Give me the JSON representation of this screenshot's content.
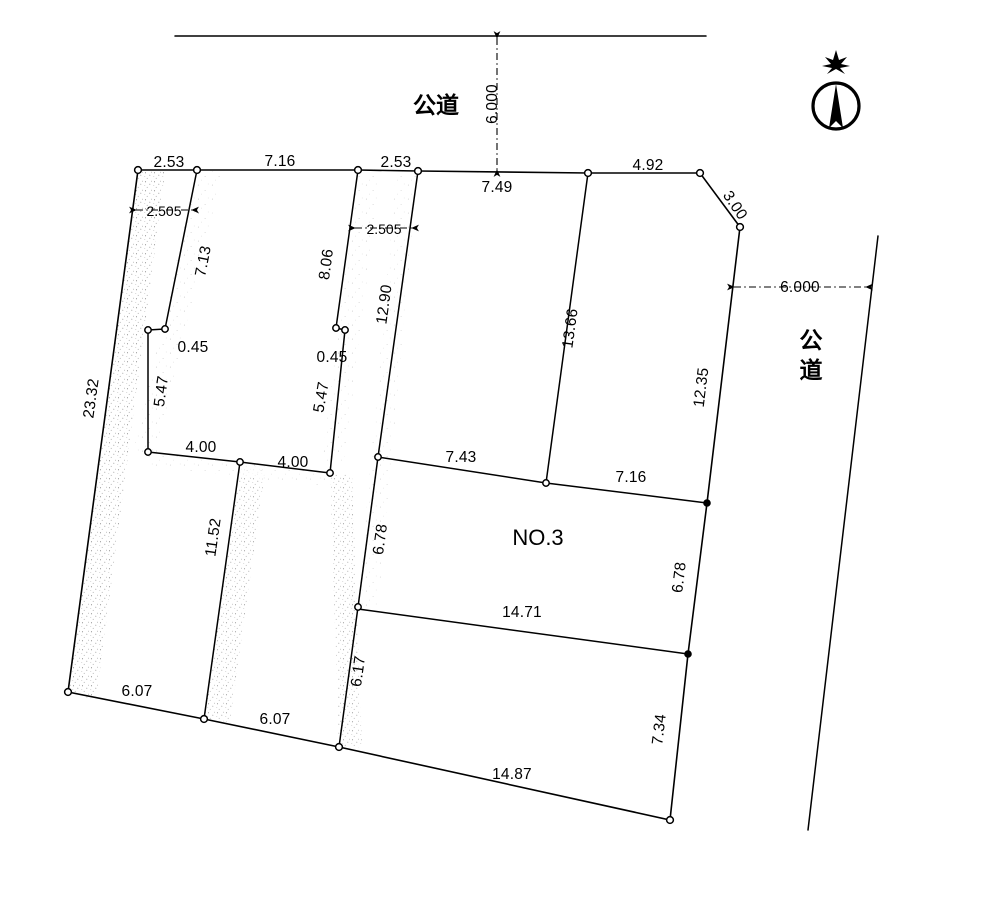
{
  "document": {
    "type": "land-plot-survey-diagram",
    "lot_label": "NO.3"
  },
  "roads": {
    "top": {
      "label": "公道",
      "width_dimension": "6.000"
    },
    "right": {
      "label_line1": "公",
      "label_line2": "道",
      "width_dimension": "6.000"
    }
  },
  "compass": {
    "icon": "north-arrow-icon"
  },
  "dimensions": {
    "top_boundary": {
      "seg1": "2.53",
      "seg2": "7.16",
      "seg3": "2.53",
      "seg4": "7.49",
      "seg5": "4.92"
    },
    "chamfer": "3.00",
    "left_boundary": "23.32",
    "right_boundary_upper": "12.35",
    "right_boundary_lower_a": "6.78",
    "right_boundary_lower_b": "7.34",
    "bottom_boundary": {
      "seg1": "6.07",
      "seg2": "6.07",
      "seg3": "14.87"
    },
    "setbacks": {
      "left_offset": "2.505",
      "mid_offset": "2.505"
    },
    "interior_vertical": {
      "v1": "7.13",
      "v2": "8.06",
      "v3": "12.90",
      "v4": "13.66",
      "v5": "11.52",
      "v6": "6.78",
      "v7": "6.17",
      "v8_left": "5.47",
      "v8_right": "5.47"
    },
    "interior_short": {
      "s1": "0.45",
      "s2": "0.45"
    },
    "interior_horizontal": {
      "h1": "4.00",
      "h2": "4.00",
      "h3": "7.43",
      "h4": "7.16",
      "h5": "14.71"
    }
  },
  "colors": {
    "ink": "#000000",
    "paper": "#ffffff"
  }
}
